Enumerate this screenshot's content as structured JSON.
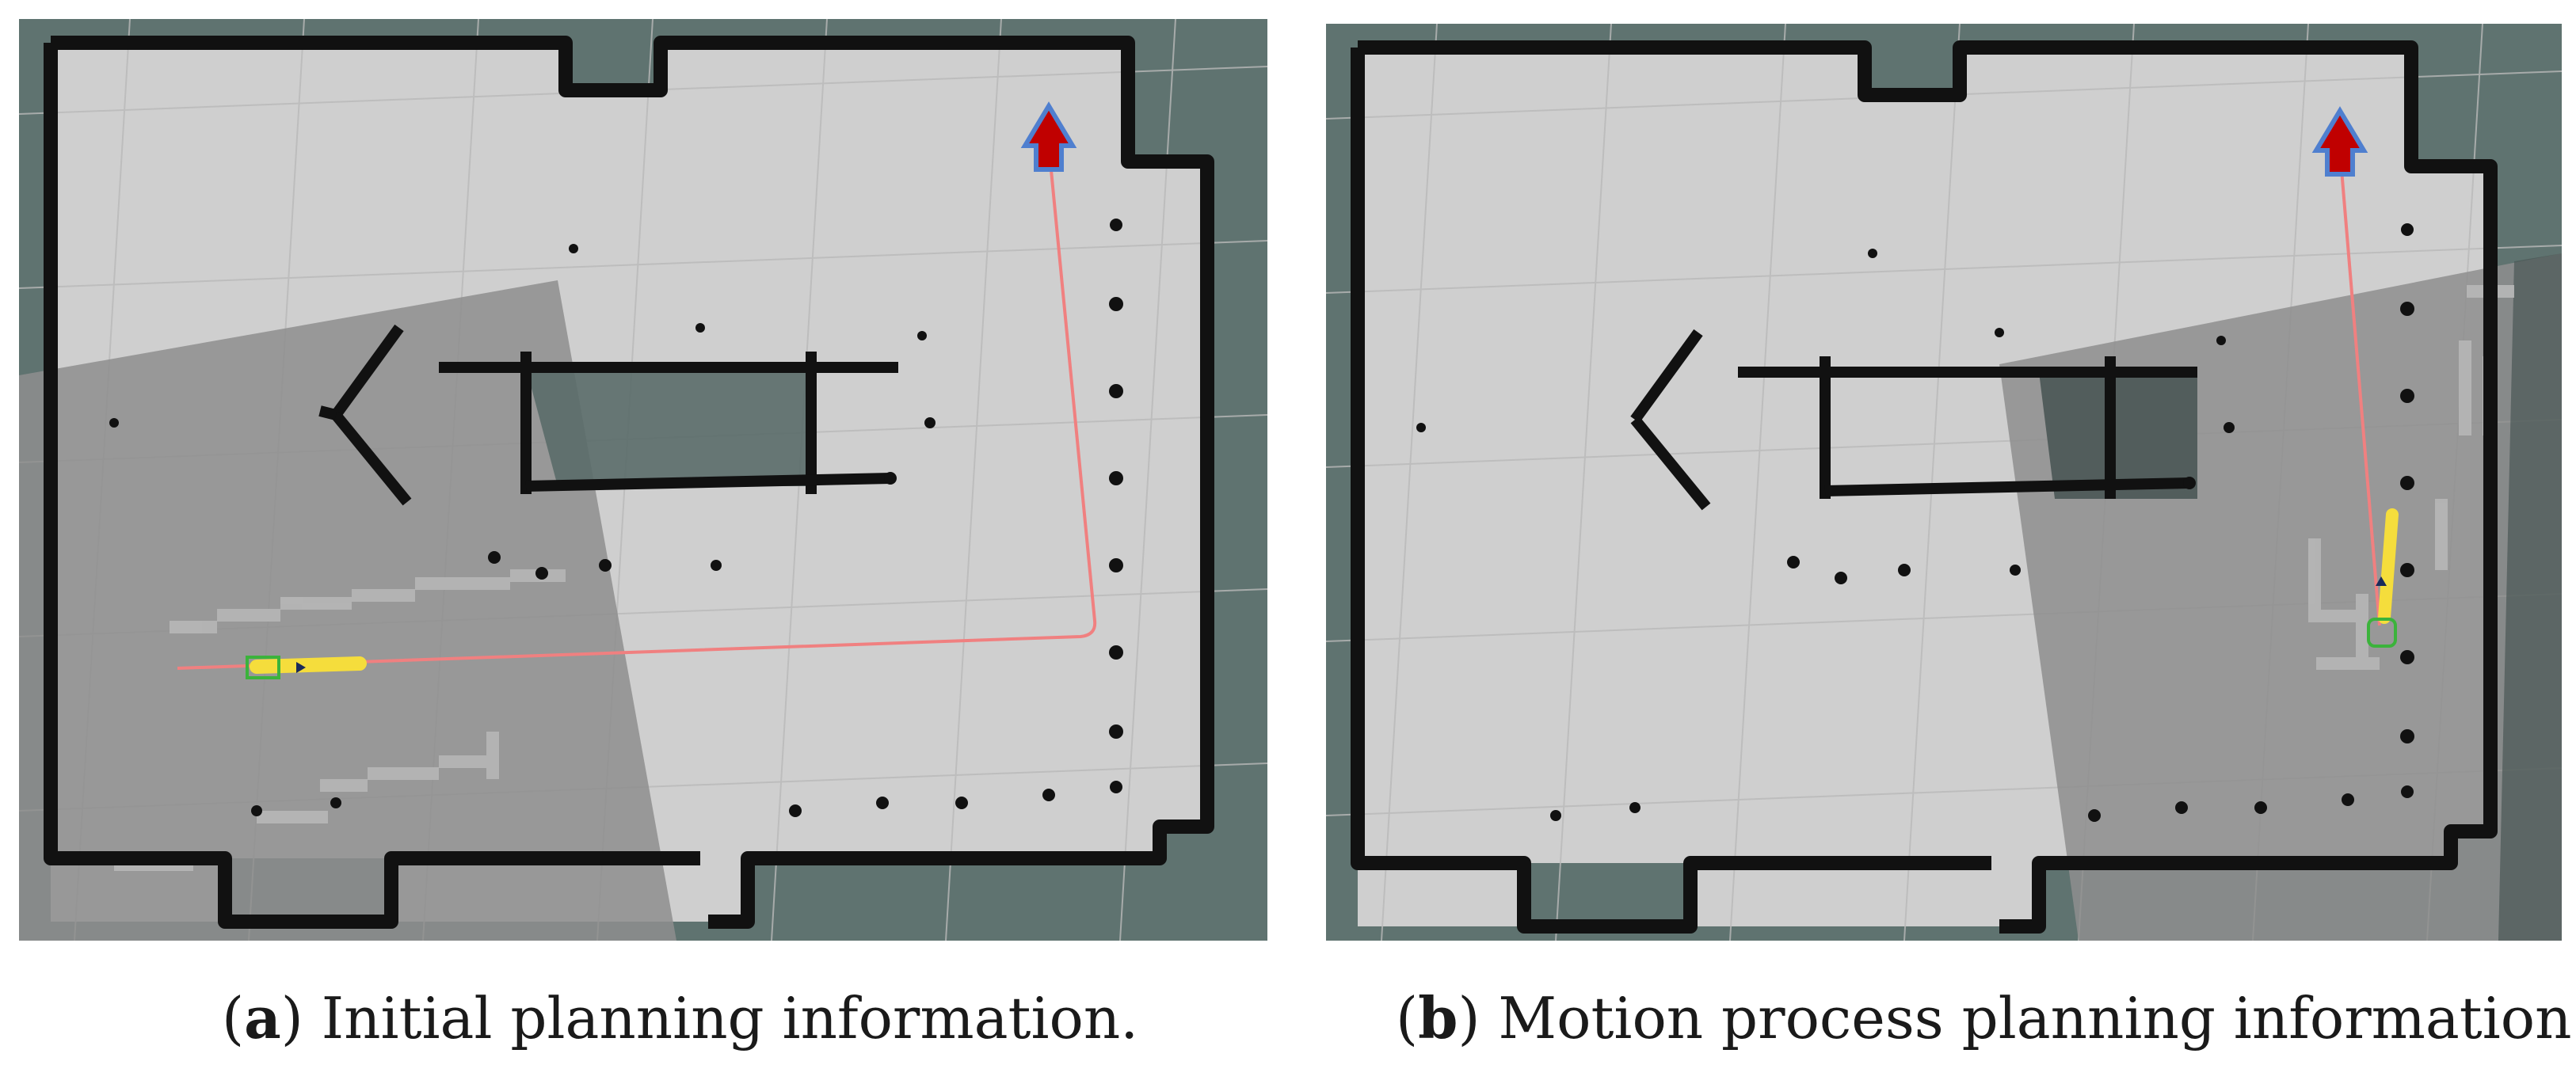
{
  "panels": [
    {
      "id": "a",
      "caption_label": "a",
      "caption_text": "Initial planning information."
    },
    {
      "id": "b",
      "caption_label": "b",
      "caption_text": "Motion process planning information."
    }
  ],
  "colors": {
    "unknown": "#5f7370",
    "free_space": "#cfcfcf",
    "costmap_overlay": "#8e8e8e",
    "costmap_dark": "#4a5755",
    "obstacle": "#111111",
    "grid": "#b9b9b9",
    "global_path": "#f08080",
    "local_path": "#f5dd3c",
    "robot_footprint": "#3bb33b",
    "goal_arrow_fill": "#c00000",
    "goal_arrow_outline": "#4f7fcf"
  },
  "icons": [
    "goal-arrow-icon",
    "robot-footprint-icon",
    "robot-heading-icon"
  ]
}
